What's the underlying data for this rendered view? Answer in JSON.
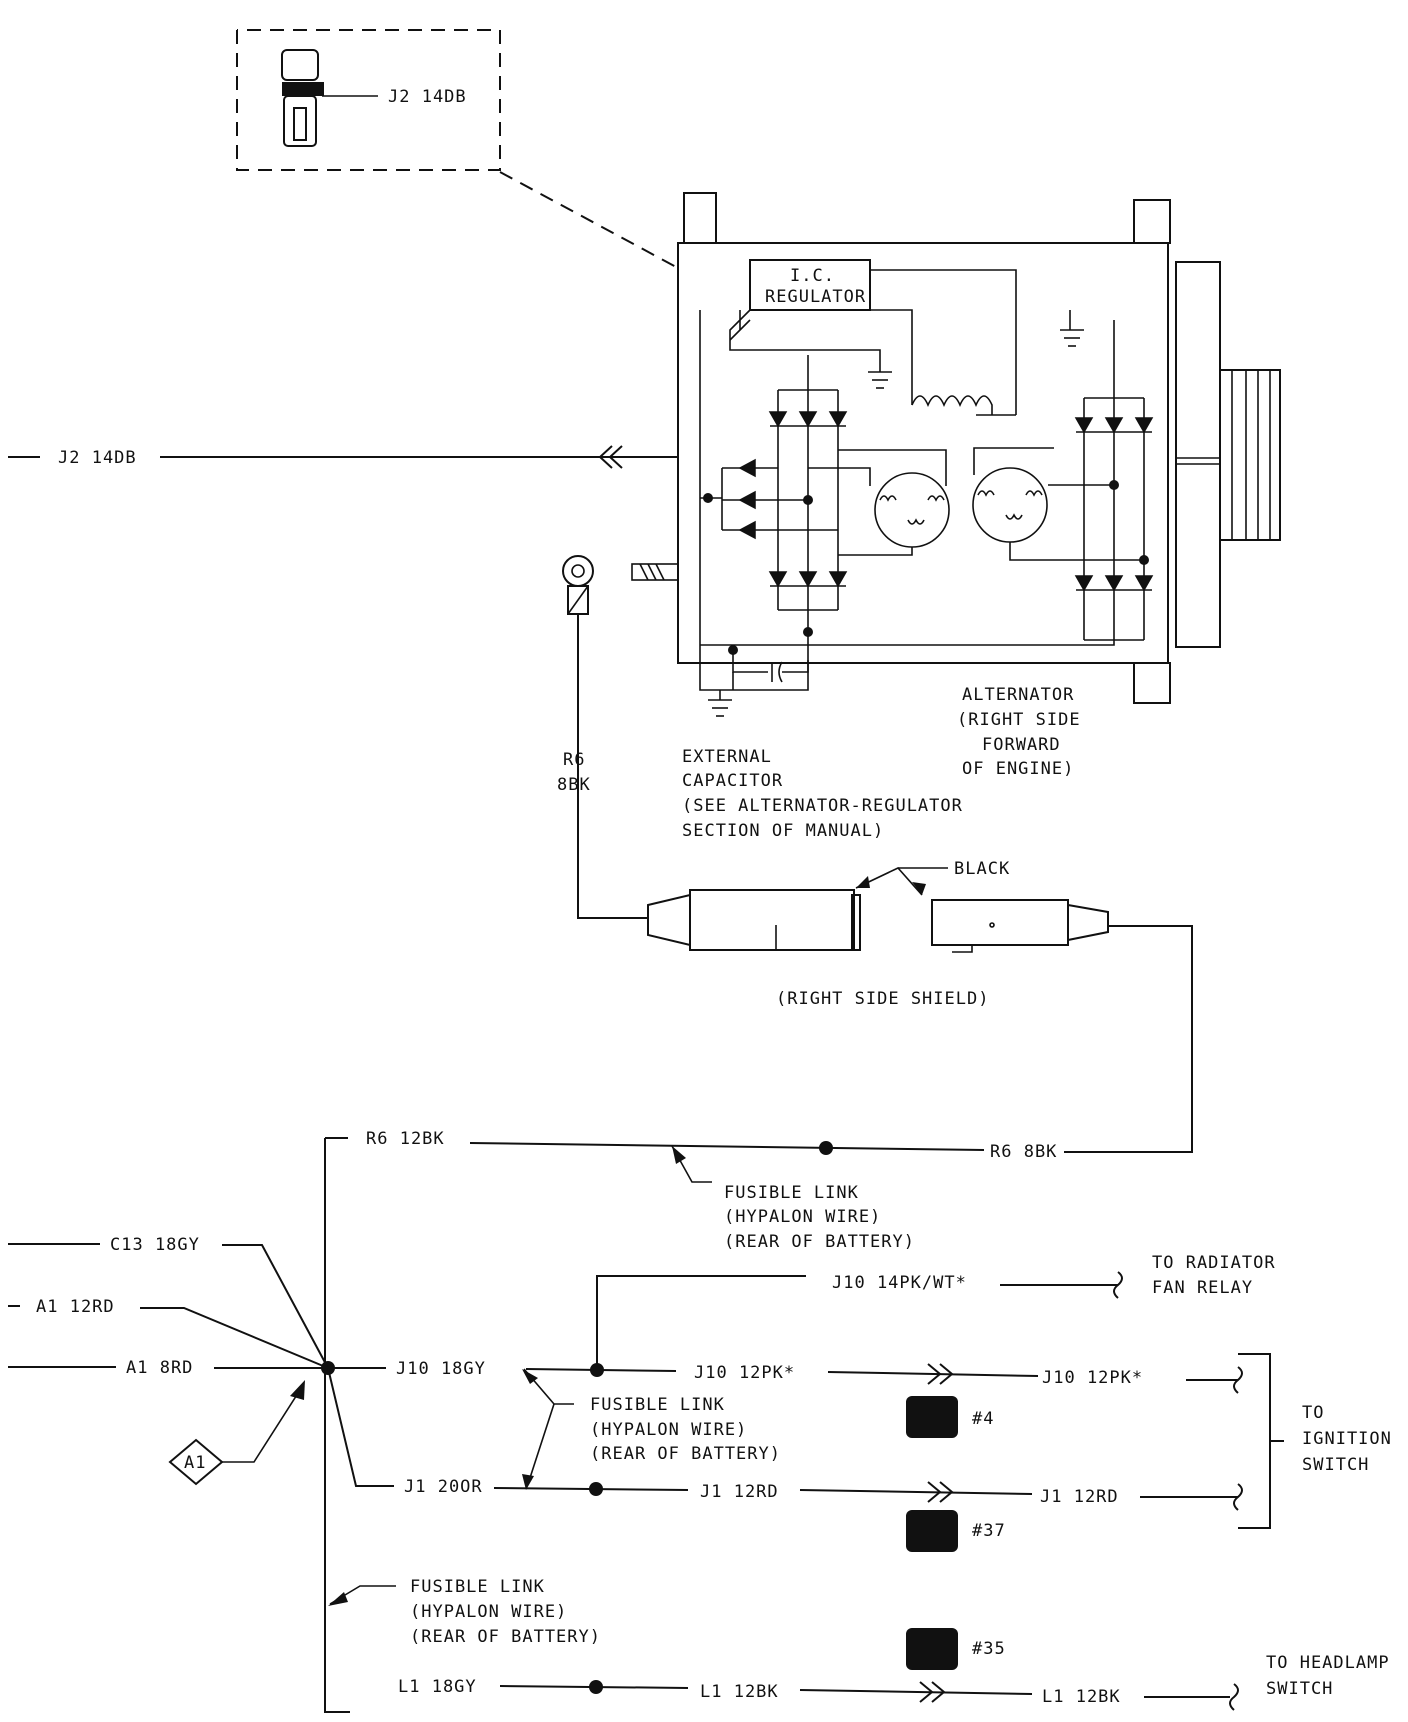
{
  "connector_inset": {
    "label": "J2 14DB"
  },
  "alternator": {
    "regulator_line1": "I.C.",
    "regulator_line2": "REGULATOR",
    "label_lines": [
      "ALTERNATOR",
      "(RIGHT SIDE",
      "FORWARD",
      "OF ENGINE)"
    ]
  },
  "capacitor": {
    "label_lines": [
      "EXTERNAL",
      "CAPACITOR",
      "(SEE ALTERNATOR-REGULATOR",
      "SECTION OF MANUAL)"
    ]
  },
  "wires": {
    "j2_left": "J2 14DB",
    "r6_8bk_vertical_line1": "R6",
    "r6_8bk_vertical_line2": "8BK",
    "r6_12bk": "R6 12BK",
    "r6_8bk_right": "R6 8BK",
    "c13": "C13 18GY",
    "a1_12rd": "A1 12RD",
    "a1_8rd": "A1 8RD",
    "j10_18gy": "J10 18GY",
    "j10_14pkwt": "J10 14PK/WT*",
    "j10_12pk_a": "J10 12PK*",
    "j10_12pk_b": "J10 12PK*",
    "j1_20or": "J1 20OR",
    "j1_12rd_a": "J1 12RD",
    "j1_12rd_b": "J1 12RD",
    "l1_18gy": "L1 18GY",
    "l1_12bk_a": "L1 12BK",
    "l1_12bk_b": "L1 12BK"
  },
  "shield": {
    "black_label": "BLACK",
    "caption": "(RIGHT SIDE SHIELD)"
  },
  "fusible_links": {
    "top": [
      "FUSIBLE LINK",
      "(HYPALON WIRE)",
      "(REAR OF BATTERY)"
    ],
    "middle": [
      "FUSIBLE LINK",
      "(HYPALON WIRE)",
      "(REAR OF BATTERY)"
    ],
    "bottom": [
      "FUSIBLE LINK",
      "(HYPALON WIRE)",
      "(REAR OF BATTERY)"
    ]
  },
  "destinations": {
    "radiator": [
      "TO RADIATOR",
      "FAN RELAY"
    ],
    "ignition": [
      "TO",
      "IGNITION",
      "SWITCH"
    ],
    "headlamp": [
      "TO HEADLAMP",
      "SWITCH"
    ]
  },
  "splice_ref": "A1",
  "badges": {
    "b4": "#4",
    "b37": "#37",
    "b35": "#35"
  },
  "icons": [
    "connector-icon",
    "ground-icon",
    "diode-icon",
    "stator-icon",
    "field-coil-icon",
    "pulley-icon",
    "ring-terminal-icon",
    "splice-diamond-icon",
    "connector-badge-icon",
    "shield-connector-icon"
  ]
}
